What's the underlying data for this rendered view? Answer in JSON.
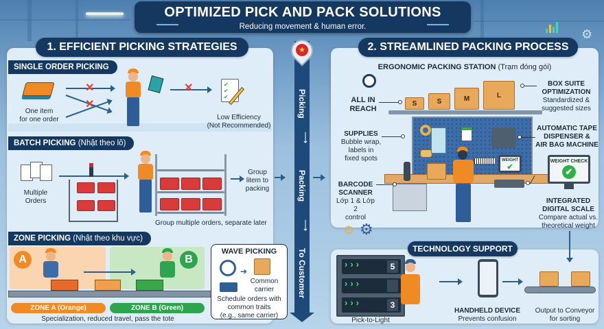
{
  "header": {
    "title": "OPTIMIZED PICK AND PACK SOLUTIONS",
    "subtitle": "Reducing movement & human error."
  },
  "picking": {
    "section_title": "1. EFFICIENT PICKING STRATEGIES",
    "single_order": {
      "title": "SINGLE ORDER PICKING",
      "item_label_1": "One item",
      "item_label_2": "for one order",
      "result_1": "Low Efficiency",
      "result_2": "(Not Recommended)",
      "icons": [
        "book-icon",
        "worker-icon",
        "checklist-icon"
      ]
    },
    "batch": {
      "title": "BATCH PICKING",
      "title_vn": "(Nhật theo lô)",
      "orders_label_1": "Multiple",
      "orders_label_2": "Orders",
      "group_1": "Group",
      "group_2": "litem to",
      "group_3": "packing",
      "caption": "Group multiple orders, separate later"
    },
    "zone": {
      "title": "ZONE PICKING",
      "title_vn": "(Nhật theo khu vực)",
      "zone_a_letter": "A",
      "zone_b_letter": "B",
      "zone_a_label": "ZONE A (Orange)",
      "zone_b_label": "ZONE B (Green)",
      "caption": "Specialization, reduced travel, pass the tote"
    },
    "wave": {
      "title": "WAVE PICKING",
      "carrier_1": "Common",
      "carrier_2": "carrier",
      "desc_1": "Schedule orders with",
      "desc_2": "common traits",
      "desc_3": "(e.g., same carrier)"
    }
  },
  "flow": {
    "steps": [
      "Picking",
      "Packing",
      "To Customer"
    ],
    "pin_icon": "star"
  },
  "packing": {
    "section_title": "2. STREAMLINED PACKING PROCESS",
    "station_title": "ERGONOMIC PACKING STATION",
    "station_title_vn": "(Trạm đóng gói)",
    "box_sizes": [
      "S",
      "S",
      "M",
      "L"
    ],
    "all_in_reach_1": "ALL IN",
    "all_in_reach_2": "REACH",
    "box_suite_1": "BOX SUITE",
    "box_suite_2": "OPTIMIZATION",
    "box_suite_desc_1": "Standardized &",
    "box_suite_desc_2": "suggested sizes",
    "supplies_title": "SUPPLIES",
    "supplies_desc_1": "Bubble wrap,",
    "supplies_desc_2": "labels in",
    "supplies_desc_3": "fixed spots",
    "tape_1": "AUTOMATIC TAPE",
    "tape_2": "DISPENSER &",
    "tape_3": "AIR BAG MACHINE",
    "scanner_1": "BARCODE",
    "scanner_2": "SCANNER",
    "scanner_desc_1": "Lớp 1 & Lớp 2",
    "scanner_desc_2": "control",
    "weight_small": "WEIGHT",
    "weight_check": "WEIGHT CHECK",
    "scale_1": "INTEGRATED",
    "scale_2": "DIGITAL SCALE",
    "scale_desc_1": "Compare actual vs.",
    "scale_desc_2": "theoretical weight"
  },
  "technology": {
    "title": "TECHNOLOGY SUPPORT",
    "ptl_numbers": [
      "5",
      "",
      "3"
    ],
    "ptl_label": "Pick-to-Light",
    "handheld_title": "HANDHELD DEVICE",
    "handheld_desc": "Prevents confusion",
    "output_1": "Output to Conveyor",
    "output_2": "for sorting"
  },
  "colors": {
    "navy": "#14385f",
    "orange": "#f08a24",
    "green": "#2fa44f",
    "red_x": "#e23b3b",
    "panel": "#deedf8"
  }
}
